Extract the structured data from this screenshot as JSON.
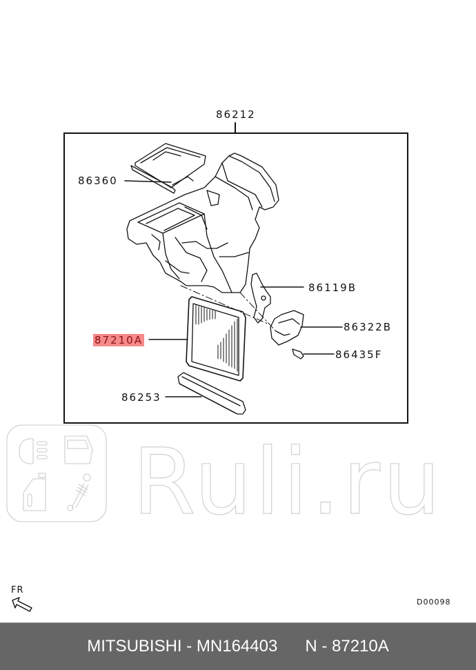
{
  "diagram": {
    "title_part": "86212",
    "callouts": [
      {
        "id": "86212",
        "label": "86212",
        "highlighted": false
      },
      {
        "id": "86360",
        "label": "86360",
        "highlighted": false
      },
      {
        "id": "87210A",
        "label": "87210A",
        "highlighted": true
      },
      {
        "id": "86119B",
        "label": "86119B",
        "highlighted": false
      },
      {
        "id": "86322B",
        "label": "86322B",
        "highlighted": false
      },
      {
        "id": "86435F",
        "label": "86435F",
        "highlighted": false
      },
      {
        "id": "86253",
        "label": "86253",
        "highlighted": false
      }
    ],
    "highlight_color": "#f58a8a",
    "orientation_label": "FR",
    "diagram_code": "D00098"
  },
  "watermark": {
    "text": "Ruli.ru",
    "icons": [
      "headlight-icon",
      "car-door-icon",
      "oil-bottle-icon",
      "shock-absorber-icon"
    ]
  },
  "footer": {
    "brand": "MITSUBISHI",
    "part_number": "MN164403",
    "ref": "N - 87210A",
    "separator": " - ",
    "background": "#666666"
  }
}
